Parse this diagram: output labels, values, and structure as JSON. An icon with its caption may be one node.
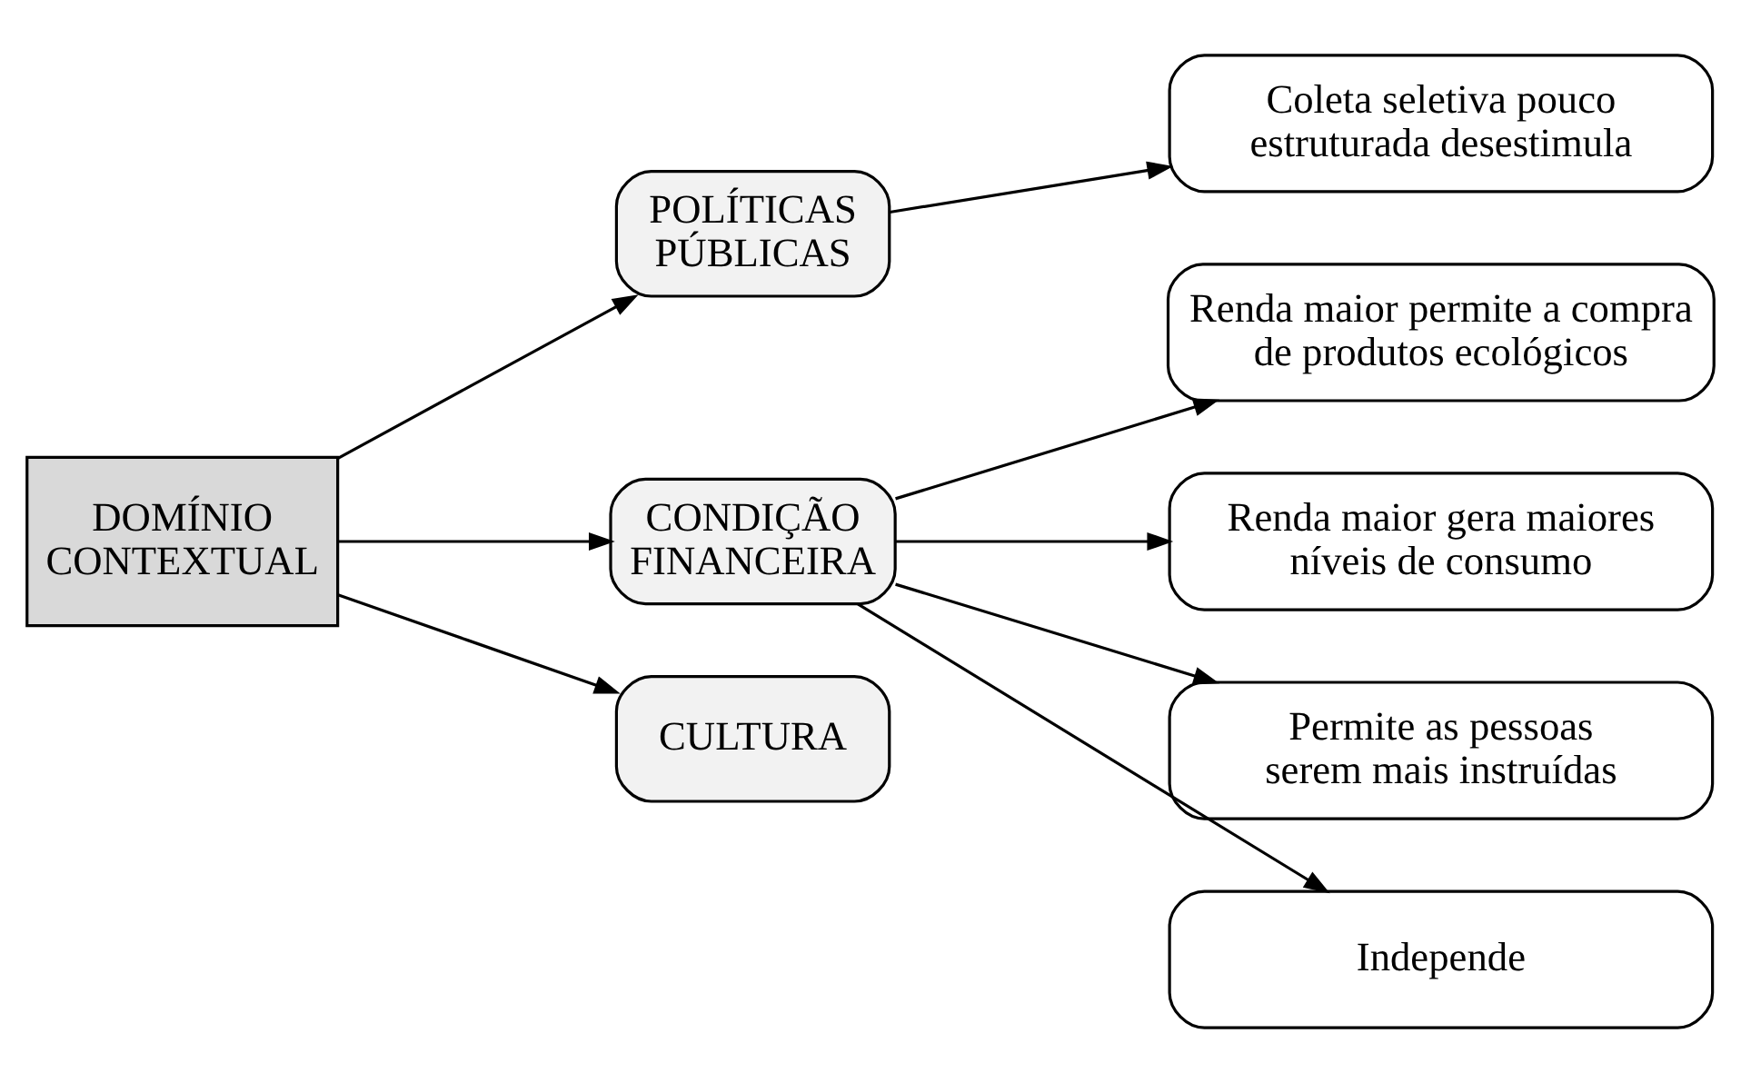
{
  "diagram": {
    "nodes": [
      {
        "text": [
          "DOMÍNIO CONTEXTUAL"
        ]
      },
      {
        "text": [
          "POLÍTICAS PÚBLICAS"
        ]
      },
      {
        "text": [
          "CONDIÇÃO FINANCEIRA"
        ]
      },
      {
        "text": [
          "CULTURA"
        ]
      },
      {
        "text": [
          "Coleta seletiva pouco estruturada desestimula"
        ]
      },
      {
        "text": [
          "Renda maior permite a compra de produtos ecológicos"
        ]
      },
      {
        "text": [
          "Renda maior gera maiores níveis de consumo"
        ]
      },
      {
        "text": [
          "Permite as pessoas serem mais instruídas"
        ]
      },
      {
        "text": [
          "Independe"
        ]
      }
    ],
    "edges": [
      {
        "from": 0,
        "to": 1,
        "arrow": "to"
      },
      {
        "from": 0,
        "to": 2,
        "arrow": "to"
      },
      {
        "from": 0,
        "to": 3,
        "arrow": "to"
      },
      {
        "from": 1,
        "to": 4,
        "arrow": "to"
      },
      {
        "from": 2,
        "to": 5,
        "arrow": "to"
      },
      {
        "from": 2,
        "to": 6,
        "arrow": "to"
      },
      {
        "from": 2,
        "to": 7,
        "arrow": "to"
      },
      {
        "from": 2,
        "to": 8,
        "arrow": "to"
      }
    ]
  }
}
